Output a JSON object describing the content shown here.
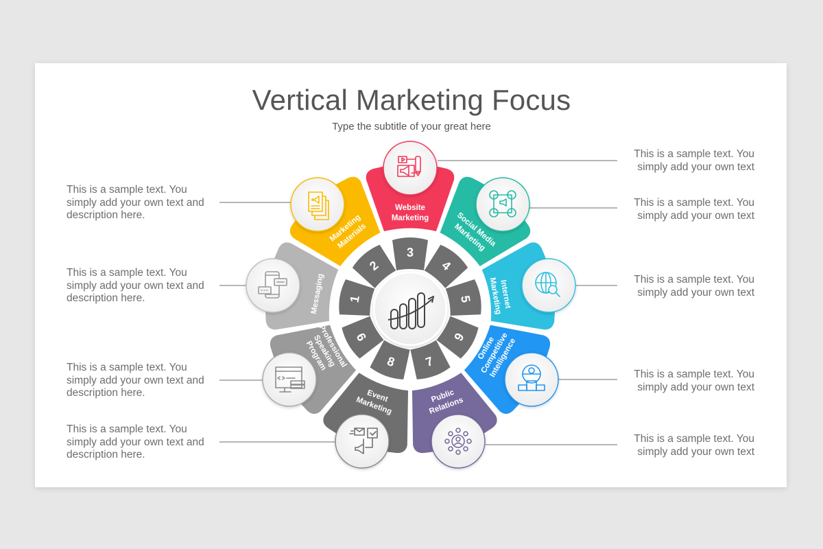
{
  "slide": {
    "title": "Vertical Marketing Focus",
    "subtitle": "Type the subtitle of your great here"
  },
  "center": {
    "icon": "growth-chart-icon"
  },
  "segments": [
    {
      "number": "1"
    },
    {
      "number": "2"
    },
    {
      "number": "3"
    },
    {
      "number": "4"
    },
    {
      "number": "5"
    },
    {
      "number": "6"
    },
    {
      "number": "7"
    },
    {
      "number": "8"
    },
    {
      "number": "9"
    }
  ],
  "petals": [
    {
      "label_line1": "Website",
      "label_line2": "Marketing",
      "label_line3": "",
      "color": "#f2395a",
      "icon": "megaphone-website-icon"
    },
    {
      "label_line1": "Social Media",
      "label_line2": "Marketing",
      "label_line3": "",
      "color": "#26bba4",
      "icon": "social-network-icon"
    },
    {
      "label_line1": "Internet",
      "label_line2": "Marketing",
      "label_line3": "",
      "color": "#2ec0df",
      "icon": "globe-search-icon"
    },
    {
      "label_line1": "Online",
      "label_line2": "Competitive",
      "label_line3": "Intelligence",
      "color": "#2196f3",
      "icon": "podium-globe-icon"
    },
    {
      "label_line1": "Public",
      "label_line2": "Relations",
      "label_line3": "",
      "color": "#766a9c",
      "icon": "network-person-icon"
    },
    {
      "label_line1": "Event",
      "label_line2": "Marketing",
      "label_line3": "",
      "color": "#6f6f6f",
      "icon": "event-calendar-icon"
    },
    {
      "label_line1": "Professional",
      "label_line2": "Speaking",
      "label_line3": "Program",
      "color": "#9a9a9a",
      "icon": "code-monitor-icon"
    },
    {
      "label_line1": "Messaging",
      "label_line2": "",
      "label_line3": "",
      "color": "#b5b5b5",
      "icon": "chat-phone-icon"
    },
    {
      "label_line1": "Marketing",
      "label_line2": "Materials",
      "label_line3": "",
      "color": "#fbba00",
      "icon": "documents-icon"
    }
  ],
  "descriptions": {
    "left": [
      {
        "text": "This is a sample text. You simply add your own text and description here."
      },
      {
        "text": "This is a sample text. You simply add your own text and description here."
      },
      {
        "text": "This is a sample text. You simply add your own text and description here."
      },
      {
        "text": "This is a sample text. You simply add your own text and description here."
      }
    ],
    "right": [
      {
        "text": "This is a sample text. You simply add your own text"
      },
      {
        "text": "This is a sample text. You simply add your own text"
      },
      {
        "text": "This is a sample text. You simply add your own text"
      },
      {
        "text": "This is a sample text. You simply add your own text"
      },
      {
        "text": "This is a sample text. You simply add your own text"
      }
    ]
  },
  "colors": {
    "background": "#e8e7e8",
    "slide": "#ffffff",
    "text": "#555555",
    "ring_segment": "#6f6f6f",
    "connector": "#8a8a8a"
  }
}
